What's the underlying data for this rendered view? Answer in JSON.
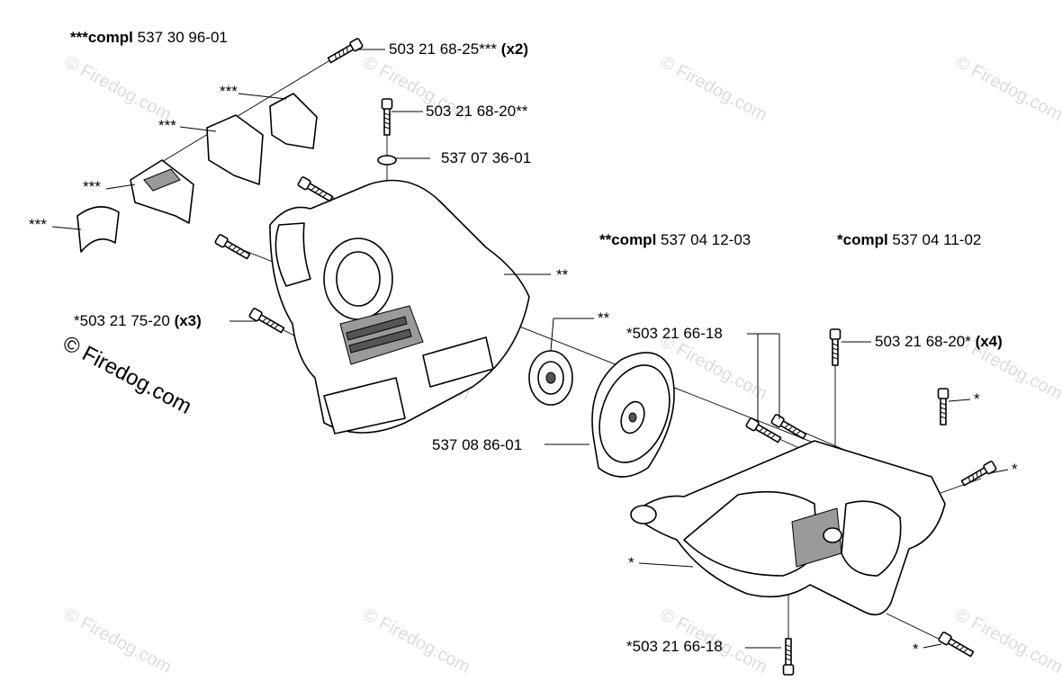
{
  "labels": {
    "compl3": {
      "prefix": "***compl",
      "number": "537 30 96-01"
    },
    "bolt_25": {
      "number": "503 21 68-25***",
      "qty": "(x2)"
    },
    "bolt_20_top": "503 21 68-20**",
    "oring": "537 07 36-01",
    "star3_a": "***",
    "star3_b": "***",
    "star3_c": "***",
    "star3_d": "***",
    "compl2": {
      "prefix": "**compl",
      "number": "537 04 12-03"
    },
    "compl1": {
      "prefix": "*compl",
      "number": "537 04 11-02"
    },
    "housing_star2": "**",
    "bearing_star2": "**",
    "screw_75": {
      "number": "*503 21 75-20",
      "qty": "(x3)"
    },
    "screw_66_top": "*503 21 66-18",
    "bolt_20_x4": {
      "number": "503 21 68-20*",
      "qty": "(x4)"
    },
    "small_bolt_star": "*",
    "side_bolt_star": "*",
    "flange": "537 08 86-01",
    "crankcase_star": "*",
    "screw_66_bottom": "*503 21 66-18",
    "bottom_bolt_star": "*"
  },
  "credit": "© Firedog.com",
  "watermark": "© Firedog.com"
}
